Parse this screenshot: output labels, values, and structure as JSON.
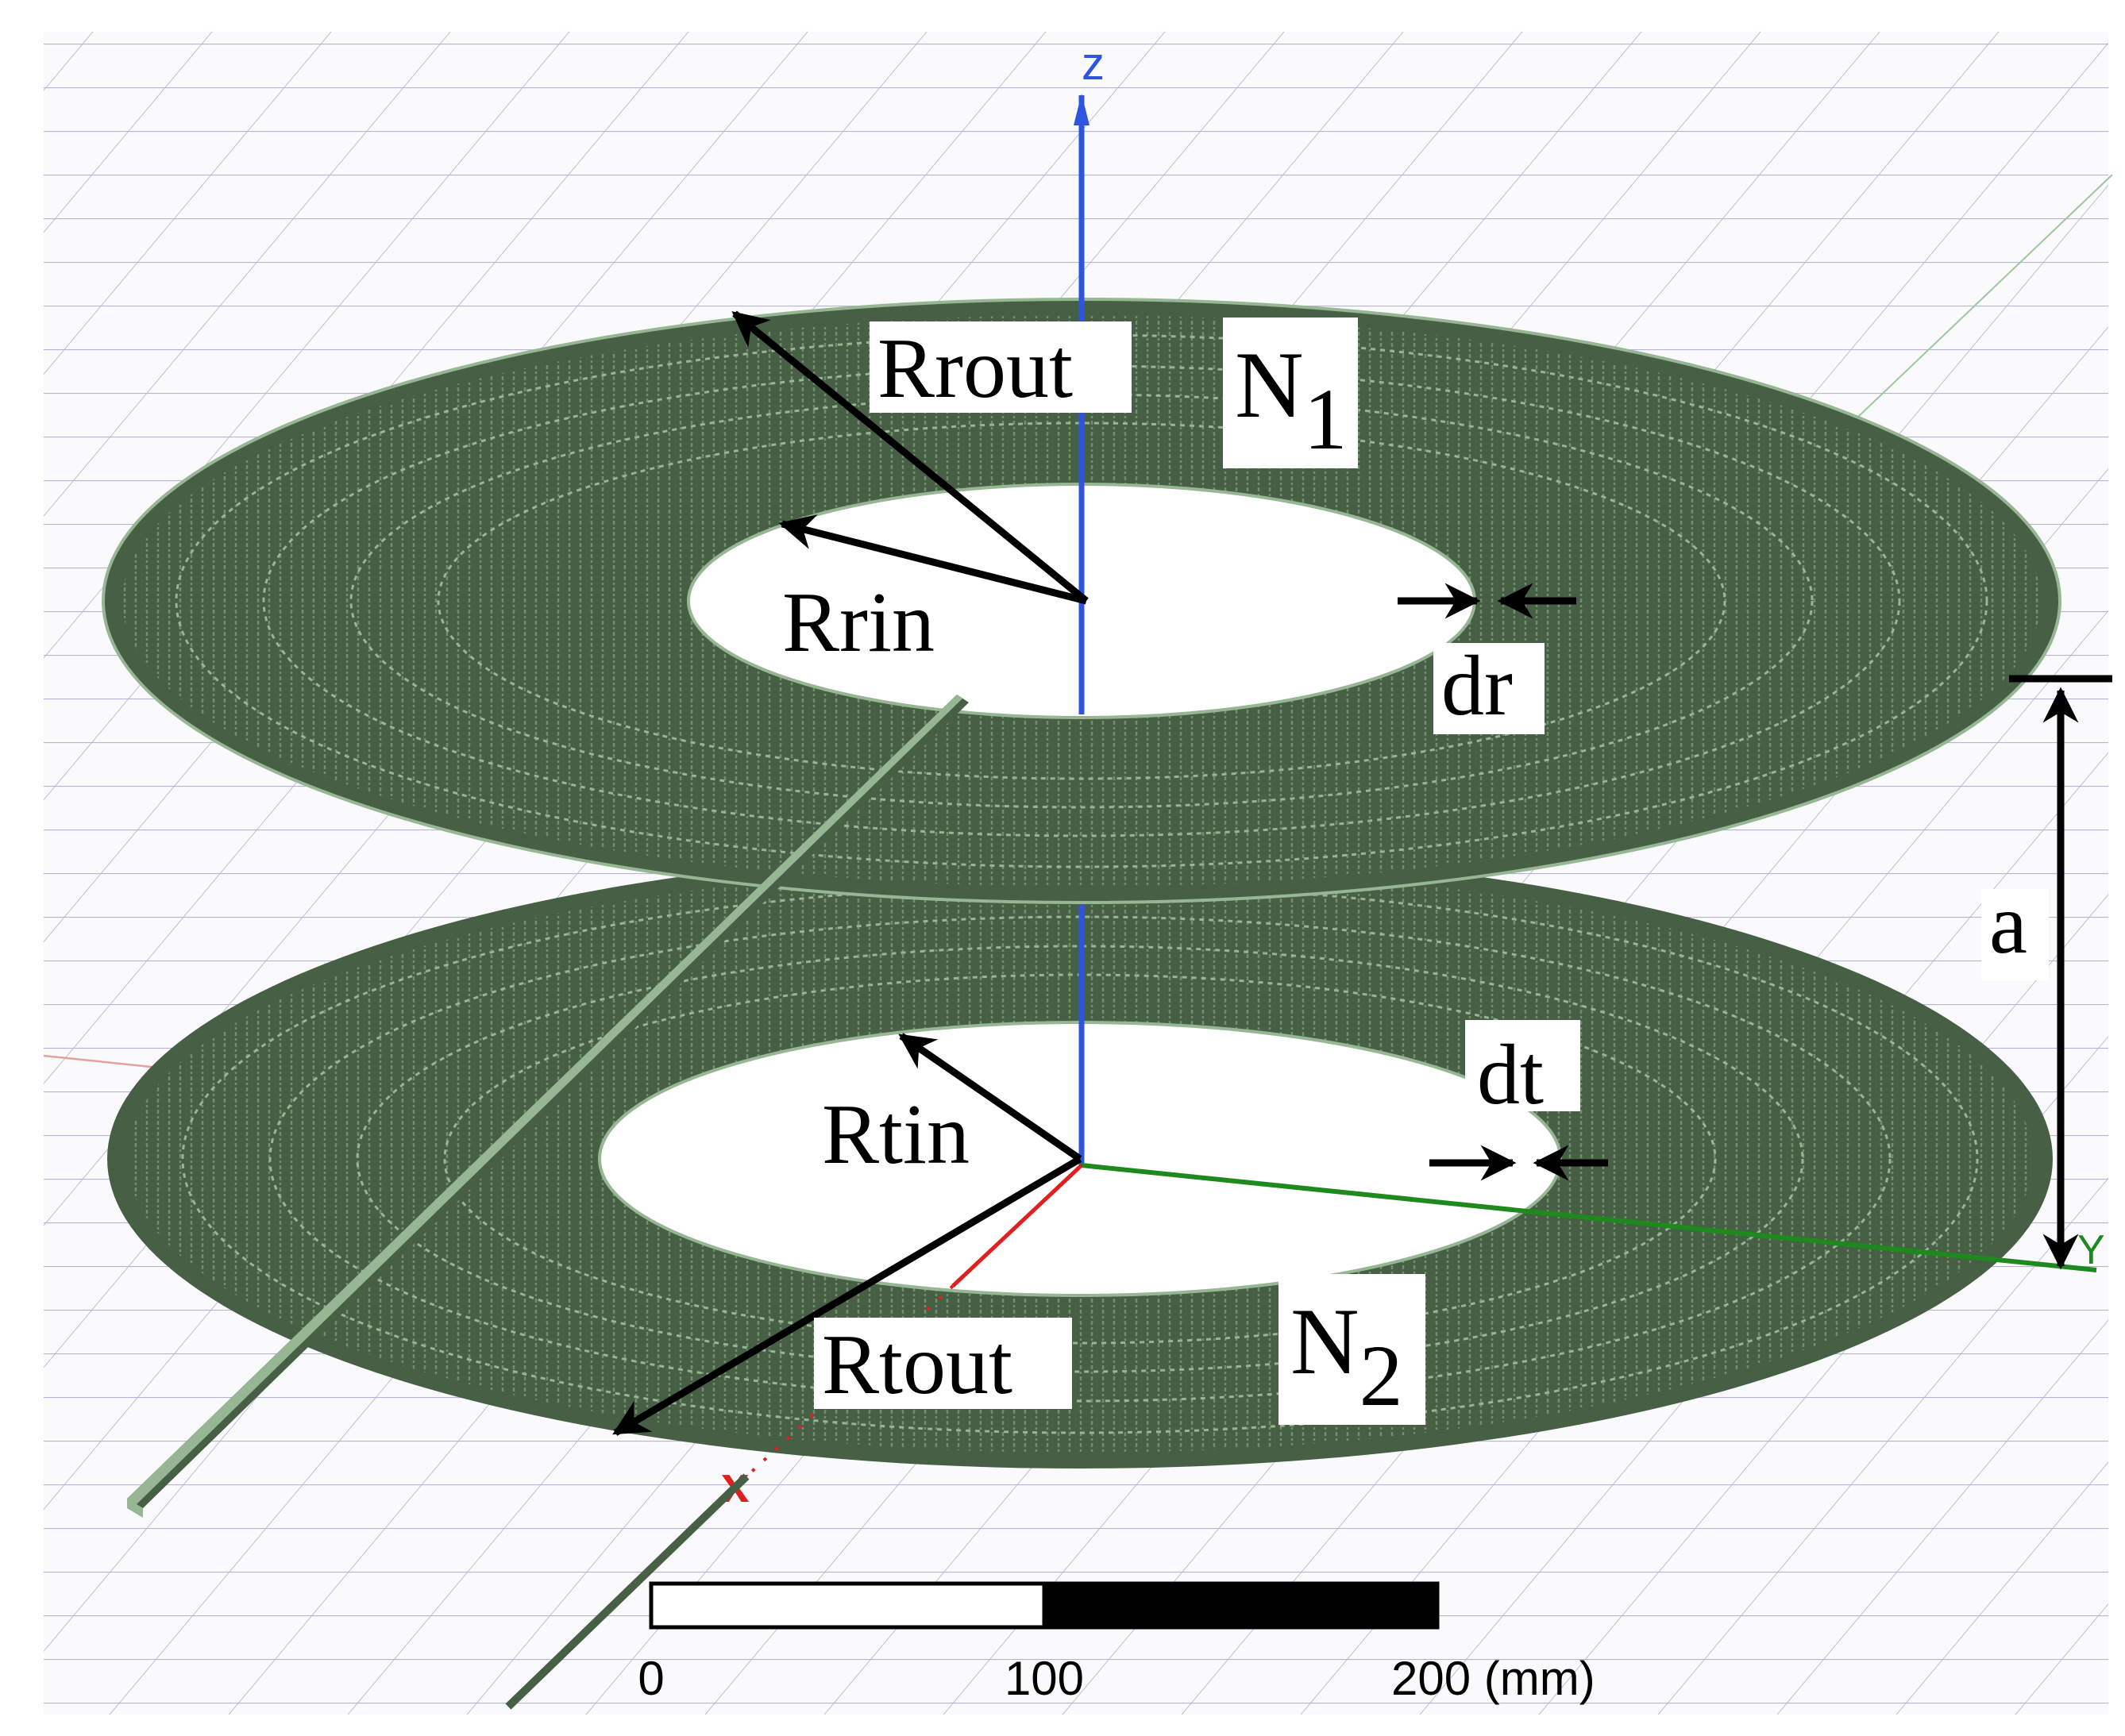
{
  "axes": {
    "z_label": "z",
    "y_label": "Y",
    "x_marker": "x"
  },
  "labels": {
    "rrout": "Rrout",
    "rrin": "Rrin",
    "dr": "dr",
    "n1_base": "N",
    "n1_sub": "1",
    "a": "a",
    "dt": "dt",
    "rtin": "Rtin",
    "rtout": "Rtout",
    "n2_base": "N",
    "n2_sub": "2"
  },
  "scale_bar": {
    "tick_0": "0",
    "tick_100": "100",
    "tick_200": "200 (mm)"
  },
  "colors": {
    "coil_fill": "#465f45",
    "coil_wire": "#96b694",
    "grid": "#b4b4d4",
    "z_axis": "#2f55e0",
    "y_axis": "#1e8a1e",
    "x_axis": "#e02020"
  }
}
